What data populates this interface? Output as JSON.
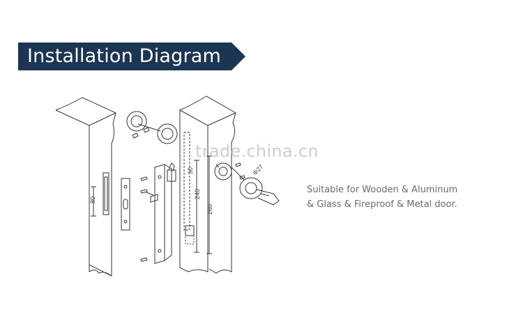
{
  "banner": {
    "title": "Installation Diagram",
    "color": "#1c3553"
  },
  "caption": {
    "line1": "Suitable for Wooden & Aluminum",
    "line2": "& Glass & Fireproof & Metal door."
  },
  "watermark": "trade.china.cn",
  "dimensions": {
    "left_height": "80",
    "top_offset": "30",
    "inner_height": "240",
    "outer_height": "260",
    "hole_diameter": "Φ27"
  }
}
